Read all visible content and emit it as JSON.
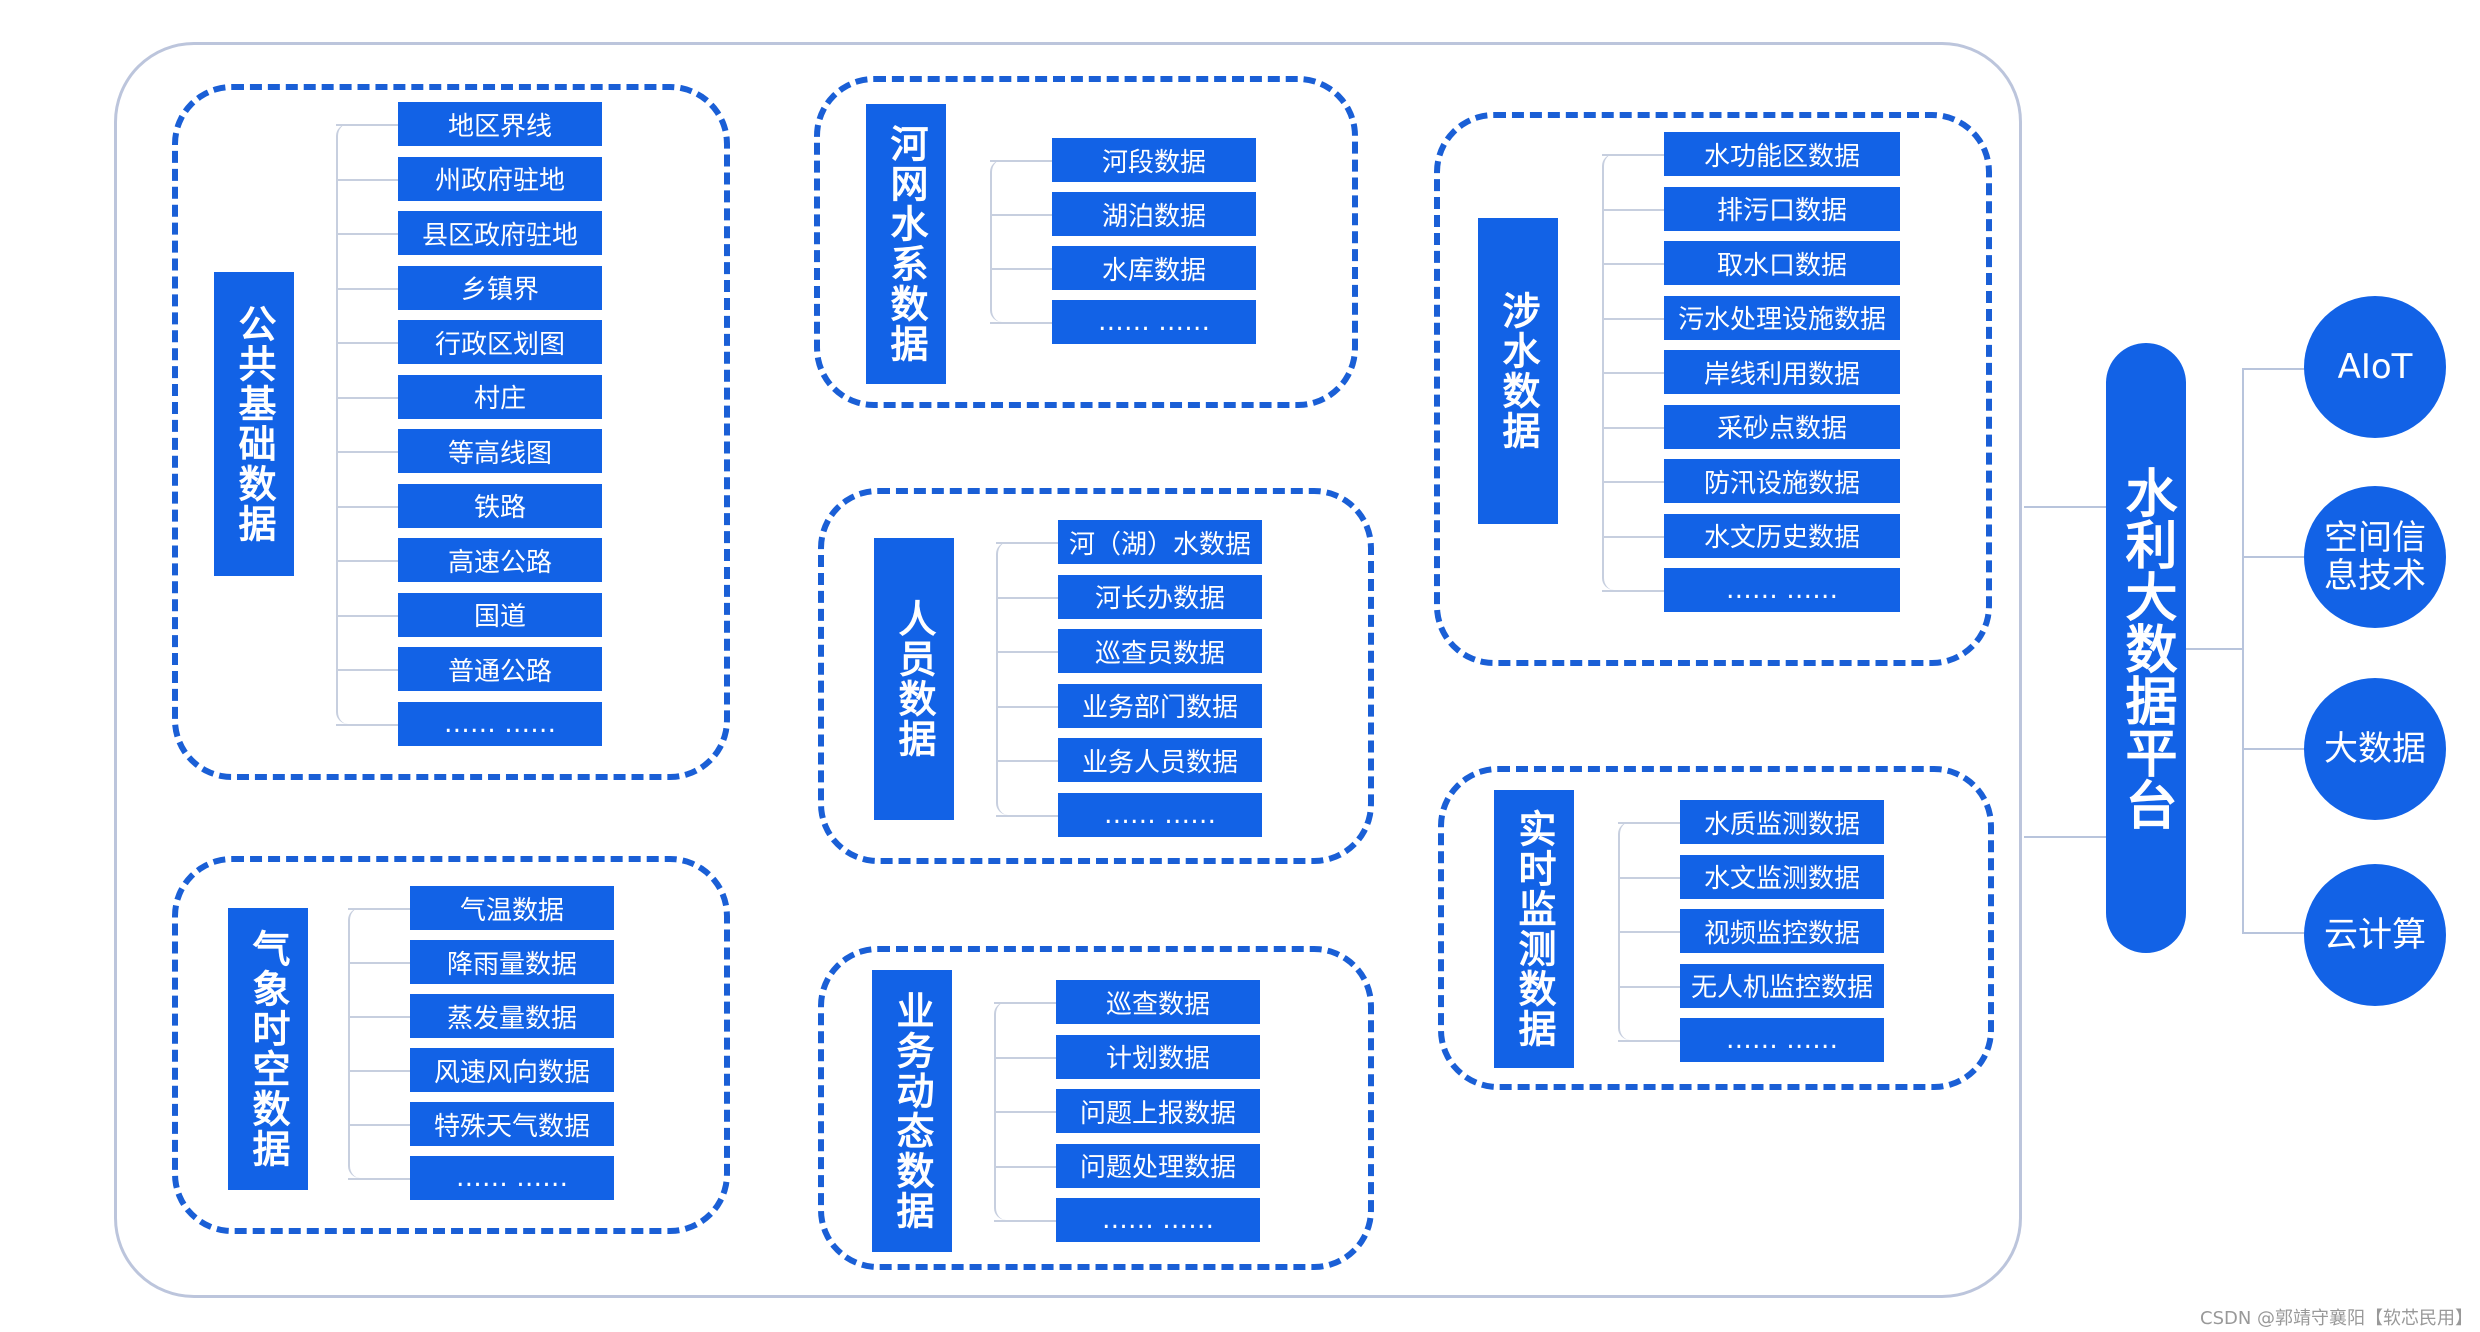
{
  "groups": {
    "public": {
      "title": "公共基础数据",
      "items": [
        "地区界线",
        "州政府驻地",
        "县区政府驻地",
        "乡镇界",
        "行政区划图",
        "村庄",
        "等高线图",
        "铁路",
        "高速公路",
        "国道",
        "普通公路",
        "…… ……"
      ]
    },
    "meteo": {
      "title": "气象时空数据",
      "items": [
        "气温数据",
        "降雨量数据",
        "蒸发量数据",
        "风速风向数据",
        "特殊天气数据",
        "…… ……"
      ]
    },
    "river": {
      "title": "河网水系数据",
      "items": [
        "河段数据",
        "湖泊数据",
        "水库数据",
        "…… ……"
      ]
    },
    "people": {
      "title": "人员数据",
      "items": [
        "河（湖）水数据",
        "河长办数据",
        "巡查员数据",
        "业务部门数据",
        "业务人员数据",
        "…… ……"
      ]
    },
    "business": {
      "title": "业务动态数据",
      "items": [
        "巡查数据",
        "计划数据",
        "问题上报数据",
        "问题处理数据",
        "…… ……"
      ]
    },
    "water": {
      "title": "涉水数据",
      "items": [
        "水功能区数据",
        "排污口数据",
        "取水口数据",
        "污水处理设施数据",
        "岸线利用数据",
        "采砂点数据",
        "防汛设施数据",
        "水文历史数据",
        "…… ……"
      ]
    },
    "monitor": {
      "title": "实时监测数据",
      "items": [
        "水质监测数据",
        "水文监测数据",
        "视频监控数据",
        "无人机监控数据",
        "…… ……"
      ]
    }
  },
  "platform": {
    "title": "水利大数据平台"
  },
  "technologies": [
    "AIoT",
    "空间信息技术",
    "大数据",
    "云计算"
  ],
  "watermark": "CSDN @郭靖守襄阳【软芯民用】",
  "colors": {
    "accent": "#1262e6",
    "dash": "#1a5fd6",
    "frame": "#bcc5dc",
    "connector": "#c7cfdf"
  }
}
